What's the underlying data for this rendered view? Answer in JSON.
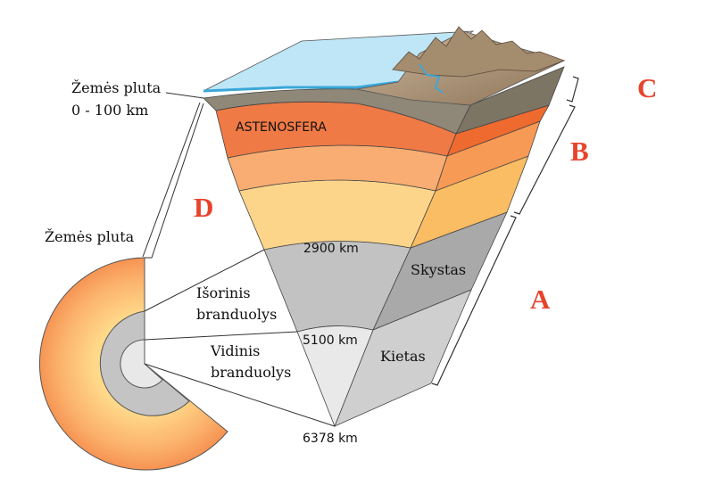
{
  "labels": {
    "crust_label": "Žemės pluta",
    "crust_depth": "0 - 100 km",
    "crust_label_small": "Žemės pluta",
    "asthenosphere": "ASTENOSFERA",
    "depth_2900": "2900 km",
    "depth_5100": "5100 km",
    "depth_6378": "6378 km",
    "outer_core_line1": "Išorinis",
    "outer_core_line2": "branduolys",
    "inner_core_line1": "Vidinis",
    "inner_core_line2": "branduolys",
    "liquid": "Skystas",
    "solid": "Kietas"
  },
  "letters": {
    "A": "A",
    "B": "B",
    "C": "C",
    "D": "D"
  },
  "colors": {
    "ocean": "#bfe6f6",
    "ocean_edge": "#3aa7d8",
    "land": "#b9a38a",
    "crust_band": "#8a8475",
    "asthenosphere": "#f07a45",
    "mantle_mid": "#f8a76a",
    "mantle_lower": "#fdd386",
    "outer_core": "#bfbfbf",
    "inner_core": "#e6e6e6",
    "letter_red": "#e8432c"
  }
}
